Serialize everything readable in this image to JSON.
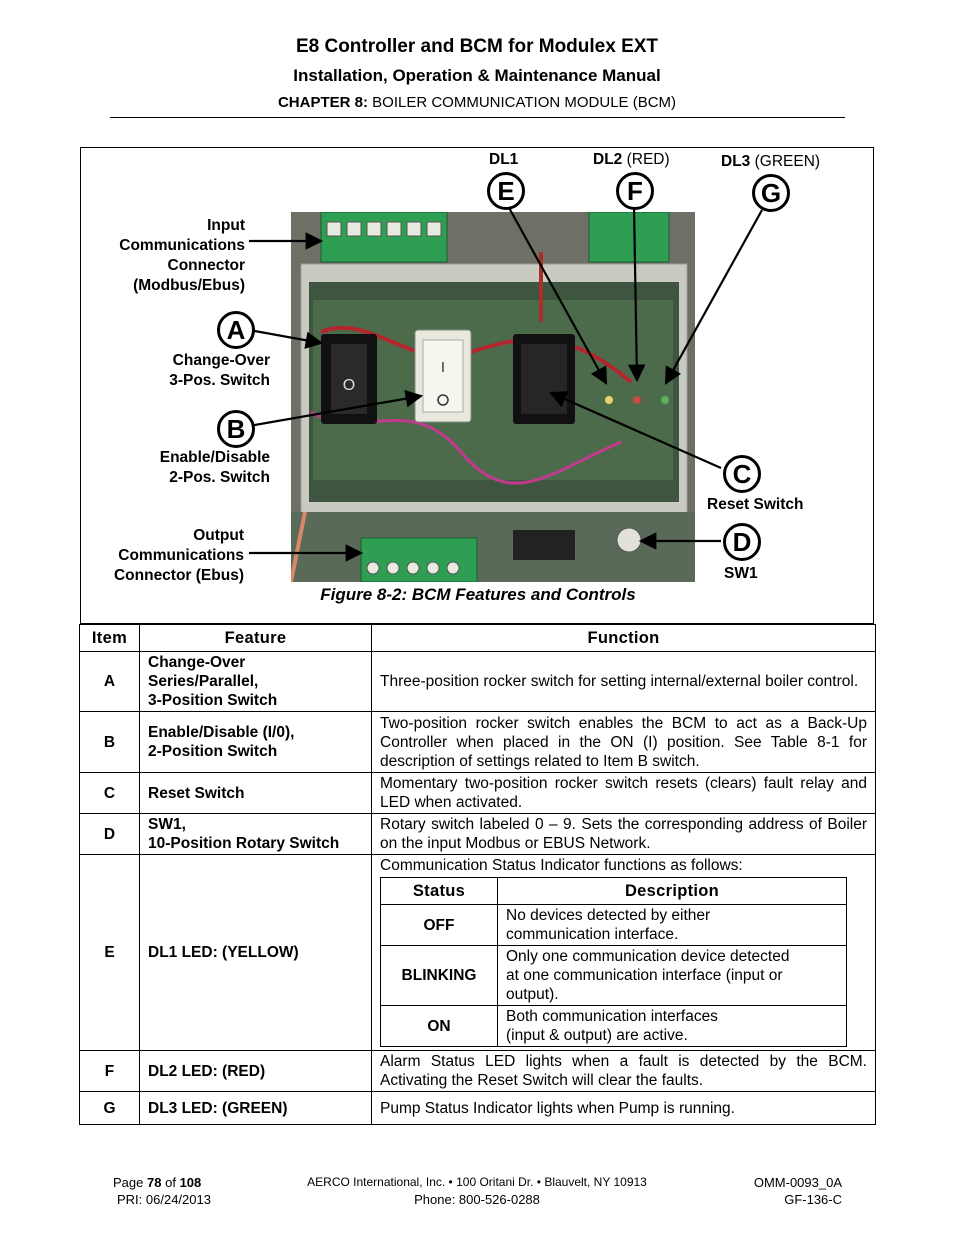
{
  "header": {
    "title": "E8 Controller and BCM for Modulex EXT",
    "subtitle": "Installation, Operation & Maintenance Manual",
    "chapter_label": "CHAPTER 8:",
    "chapter_title": "BOILER COMMUNICATION MODULE (BCM)"
  },
  "figure": {
    "caption": "Figure 8-2:  BCM Features and Controls",
    "dl1": "DL1",
    "dl2": "DL2",
    "dl2_color": "(RED)",
    "dl3": "DL3",
    "dl3_color": "(GREEN)",
    "label_input": [
      "Input",
      "Communications",
      "Connector",
      "(Modbus/Ebus)"
    ],
    "label_changeover": [
      "Change-Over",
      "3-Pos. Switch"
    ],
    "label_enable": [
      "Enable/Disable",
      "2-Pos. Switch"
    ],
    "label_output": [
      "Output",
      "Communications",
      "Connector (Ebus)"
    ],
    "label_reset": "Reset Switch",
    "label_sw1": "SW1",
    "callouts": [
      "A",
      "B",
      "C",
      "D",
      "E",
      "F",
      "G"
    ],
    "switch_on": "I",
    "switch_off": "O"
  },
  "table": {
    "headers": [
      "Item",
      "Feature",
      "Function"
    ],
    "rows": [
      {
        "item": "A",
        "feature": [
          "Change-Over",
          "Series/Parallel,",
          "3-Position Switch"
        ],
        "function": "Three-position rocker switch for setting internal/external boiler control."
      },
      {
        "item": "B",
        "feature": [
          "Enable/Disable (I/0),",
          "2-Position Switch"
        ],
        "function": "Two-position rocker switch enables the BCM to act as a Back-Up Controller when placed in the ON (I) position. See Table 8-1 for description of settings related to Item B switch."
      },
      {
        "item": "C",
        "feature": [
          "Reset Switch"
        ],
        "function": "Momentary two-position rocker switch resets (clears) fault relay and LED when activated."
      },
      {
        "item": "D",
        "feature": [
          "SW1,",
          "10-Position Rotary Switch"
        ],
        "function": "Rotary switch labeled 0 – 9. Sets the corresponding address of Boiler on the input Modbus or EBUS Network."
      },
      {
        "item": "E",
        "feature": [
          "DL1 LED: (YELLOW)"
        ],
        "function": "Communication Status Indicator functions as follows:"
      },
      {
        "item": "F",
        "feature": [
          "DL2 LED: (RED)"
        ],
        "function": "Alarm Status LED lights when a fault is detected by the BCM. Activating the Reset Switch will clear the faults."
      },
      {
        "item": "G",
        "feature": [
          "DL3 LED: (GREEN)"
        ],
        "function": "Pump Status Indicator lights when Pump is running."
      }
    ],
    "status_table": {
      "headers": [
        "Status",
        "Description"
      ],
      "rows": [
        {
          "status": "OFF",
          "description": [
            "No devices detected by either",
            "communication interface."
          ]
        },
        {
          "status": "BLINKING",
          "description": [
            "Only one communication device detected",
            "at one communication interface (input or",
            "output)."
          ]
        },
        {
          "status": "ON",
          "description": [
            "Both communication interfaces",
            "(input & output) are active."
          ]
        }
      ]
    }
  },
  "footer": {
    "page_label": "Page",
    "page_num": "78",
    "page_of": "of",
    "page_total": "108",
    "pri": "PRI:  06/24/2013",
    "company": "AERCO International, Inc. • 100 Oritani Dr. •  Blauvelt, NY 10913",
    "phone": "Phone: 800-526-0288",
    "doc_num": "OMM-0093_0A",
    "form": "GF-136-C"
  }
}
